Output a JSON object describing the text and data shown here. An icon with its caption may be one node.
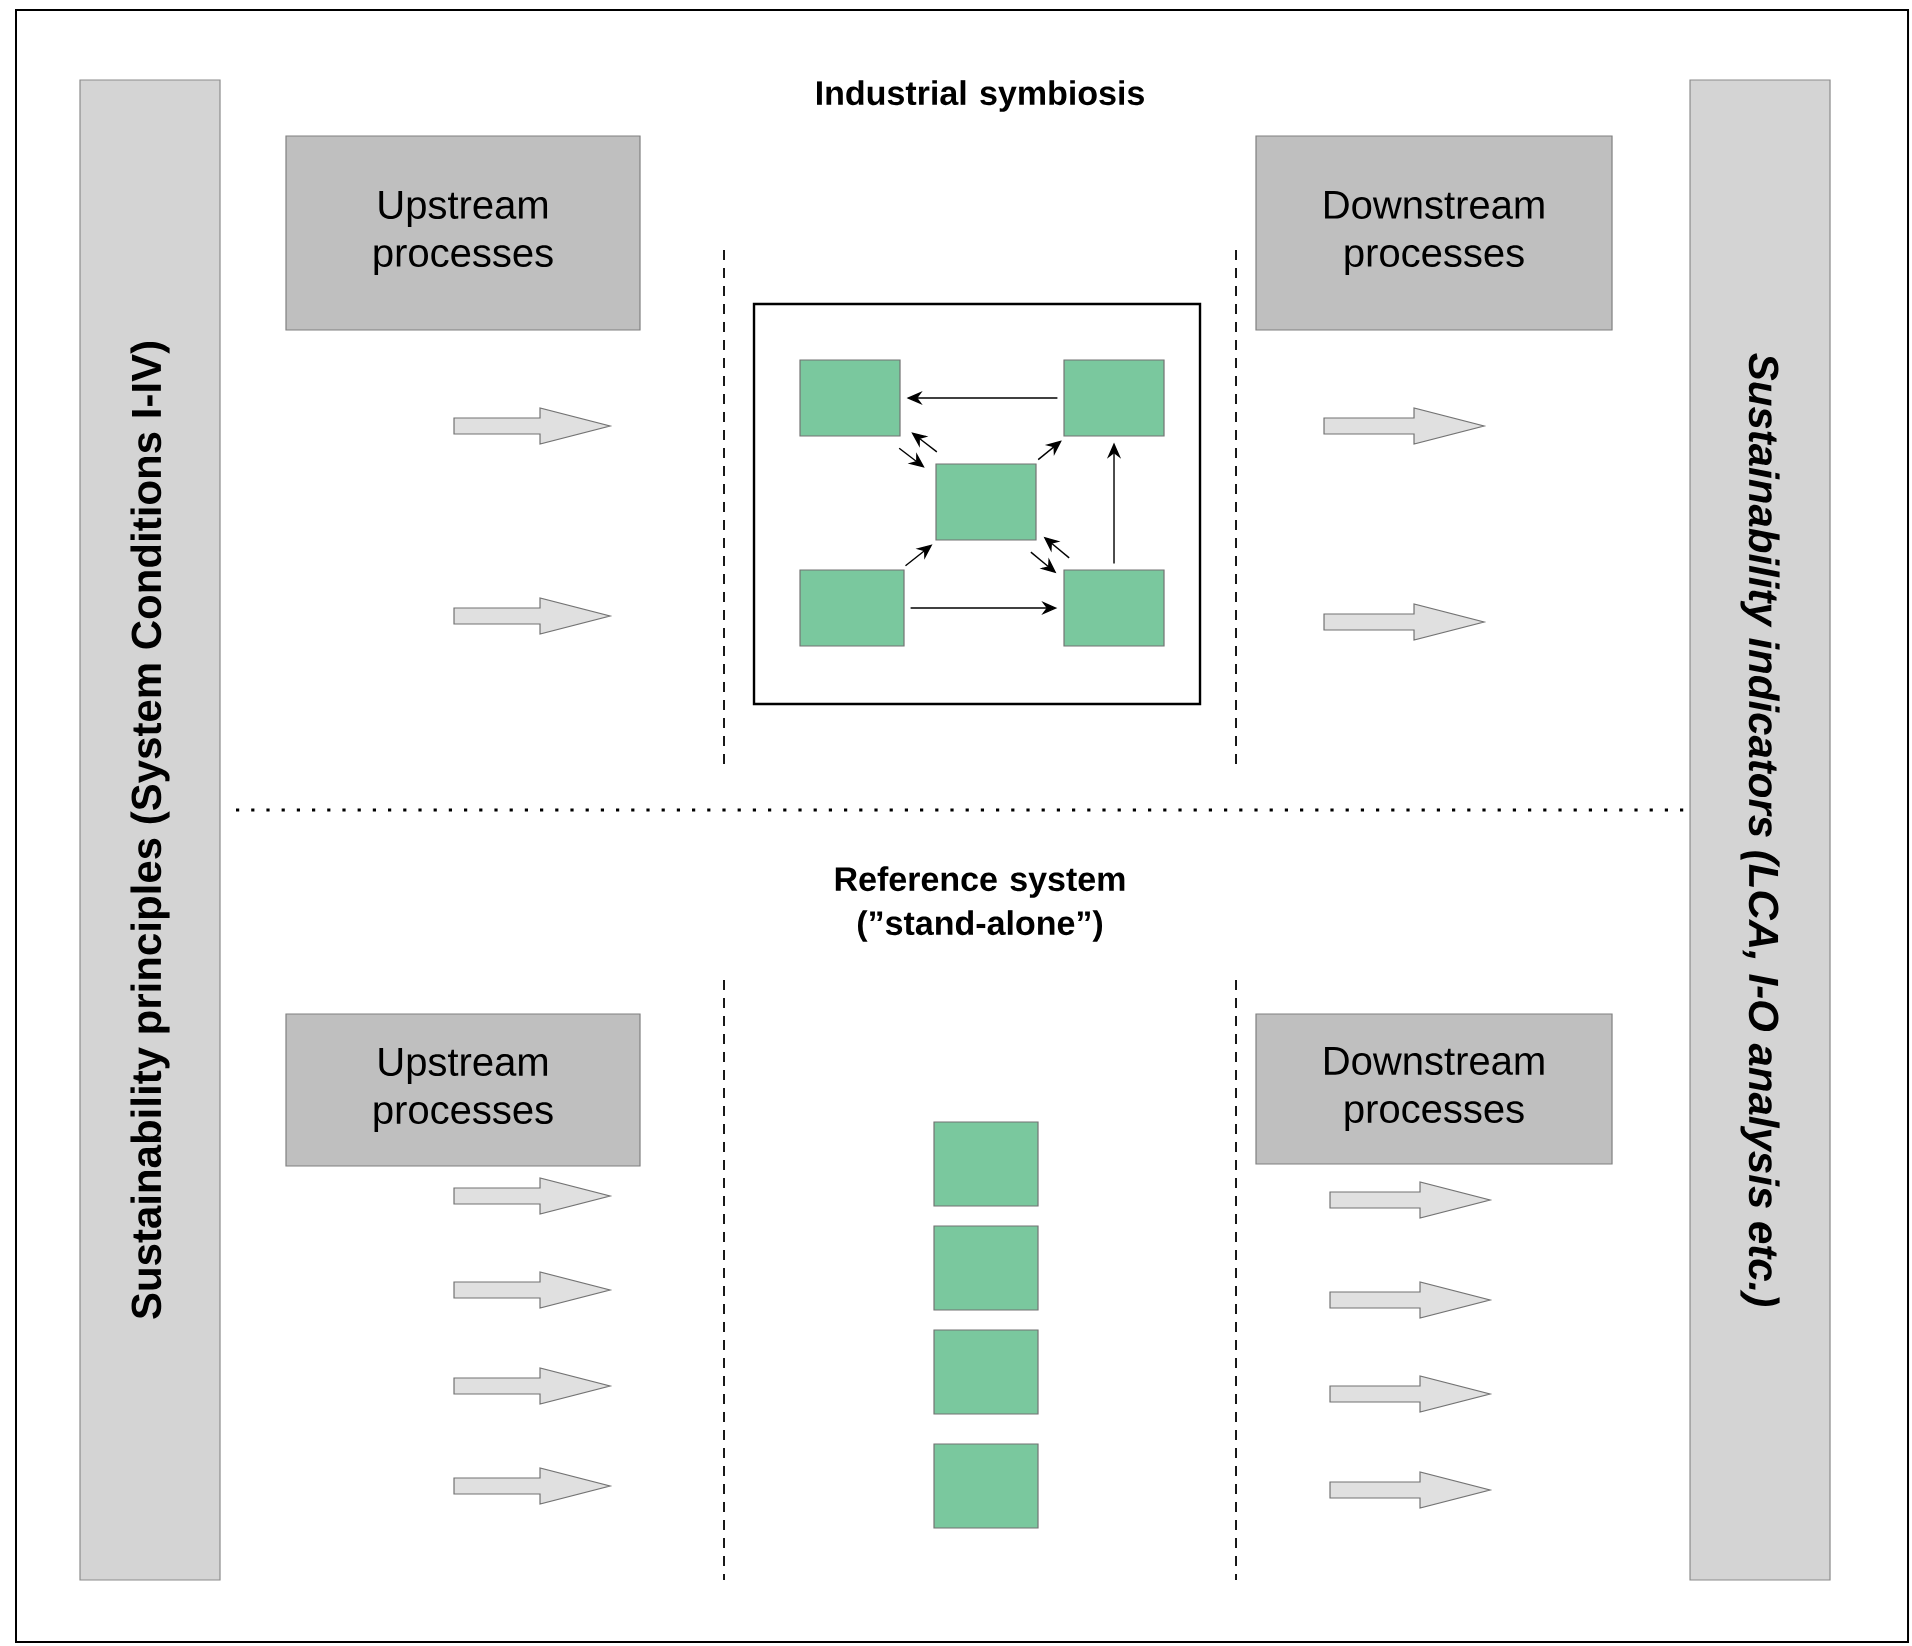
{
  "diagram": {
    "nodes": [
      {
        "text": [
          "Sustainability principles (System Conditions I-IV)"
        ]
      },
      {
        "text": [
          "Sustainability indicators (LCA, I-O analysis etc.)"
        ]
      },
      {
        "text": [
          "Upstream processes"
        ]
      },
      {
        "text": [
          "Downstream processes"
        ]
      },
      {
        "text": [],
        "shape": "box"
      },
      {
        "text": [],
        "shape": "box",
        "in": 4
      },
      {
        "text": [],
        "shape": "box",
        "in": 4
      },
      {
        "text": [],
        "shape": "box",
        "in": 4
      },
      {
        "text": [],
        "shape": "box",
        "in": 4
      },
      {
        "text": [],
        "shape": "box",
        "in": 4
      },
      {
        "text": [
          "Upstream processes"
        ]
      },
      {
        "text": [
          "Downstream processes"
        ]
      },
      {
        "text": [],
        "shape": "box"
      },
      {
        "text": [],
        "shape": "box"
      },
      {
        "text": [],
        "shape": "box"
      },
      {
        "text": [],
        "shape": "box"
      }
    ],
    "edges": [
      {
        "from": 6,
        "to": 5,
        "arrow": "to"
      },
      {
        "from": 5,
        "to": 7,
        "arrow": "to"
      },
      {
        "from": 7,
        "to": 5,
        "arrow": "to"
      },
      {
        "from": 7,
        "to": 6,
        "arrow": "to"
      },
      {
        "from": 8,
        "to": 7,
        "arrow": "to"
      },
      {
        "from": 7,
        "to": 9,
        "arrow": "to"
      },
      {
        "from": 9,
        "to": 7,
        "arrow": "to"
      },
      {
        "from": 8,
        "to": 9,
        "arrow": "to"
      },
      {
        "from": 9,
        "to": 6,
        "arrow": "to"
      }
    ],
    "labels": [
      "Industrial symbiosis",
      "Reference system (”stand-alone”)"
    ]
  }
}
